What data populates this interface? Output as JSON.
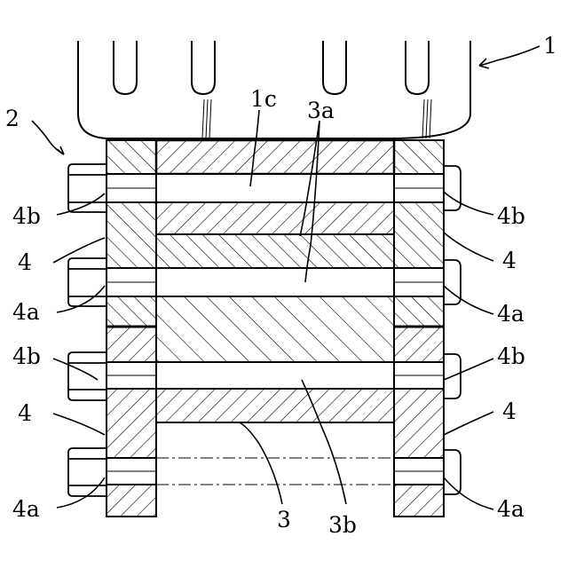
{
  "labels": {
    "housing": "1",
    "housing_face": "1c",
    "clamp_assembly": "2",
    "shaft": "3",
    "shaft_upper": "3a",
    "shaft_lower": "3b",
    "bolt_set": "4",
    "bolt_head": "4a",
    "bolt_hole": "4b"
  }
}
